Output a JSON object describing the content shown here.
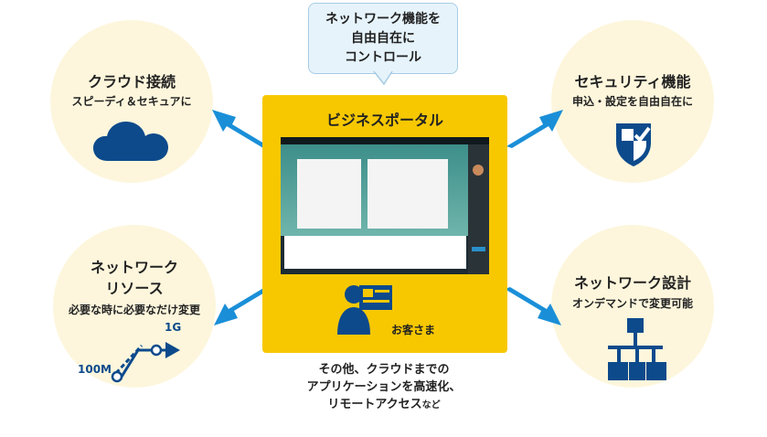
{
  "bubble": {
    "line1": "ネットワーク機能を",
    "line2": "自由自在に",
    "line3": "コントロール"
  },
  "portal": {
    "title": "ビジネスポータル",
    "customer_label": "お客さま"
  },
  "cloud": {
    "title": "クラウド接続",
    "subtitle": "スピーディ＆セキュアに",
    "icon": "cloud-icon"
  },
  "security": {
    "title": "セキュリティ機能",
    "subtitle": "申込・設定を自由自在に",
    "icon": "shield-check-icon"
  },
  "resource": {
    "title_line1": "ネットワーク",
    "title_line2": "リソース",
    "subtitle": "必要な時に必要なだけ変更",
    "low_label": "100M",
    "high_label": "1G",
    "icon": "bandwidth-upgrade-icon"
  },
  "design": {
    "title": "ネットワーク設計",
    "subtitle": "オンデマンドで変更可能",
    "icon": "network-tree-icon"
  },
  "bottom": {
    "line1": "その他、クラウドまでの",
    "line2": "アプリケーションを高速化、",
    "line3": "リモートアクセス",
    "line3_suffix": "など"
  },
  "colors": {
    "accent_blue": "#0d4a8c",
    "arrow_blue": "#1a8fd8",
    "portal_yellow": "#f7c800",
    "circle_fill": "#fdf6dc"
  }
}
